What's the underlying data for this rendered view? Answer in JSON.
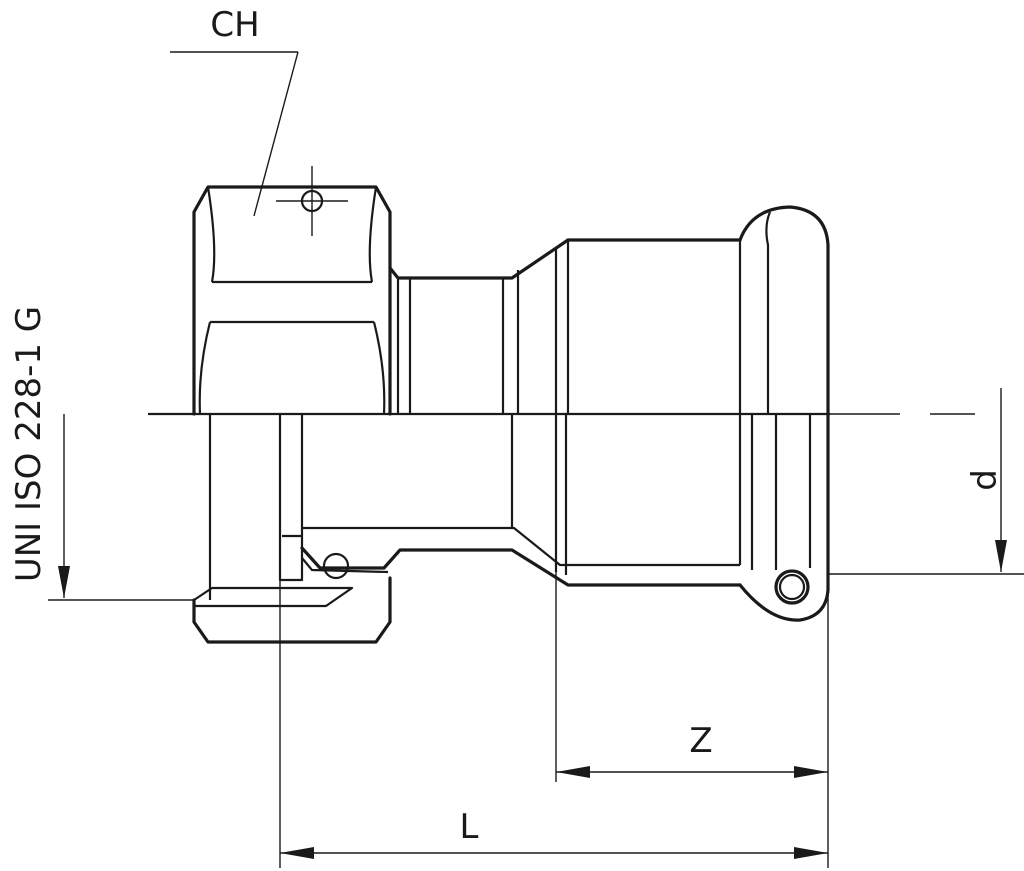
{
  "labels": {
    "ch": "CH",
    "standard": "UNI ISO 228-1  G",
    "d": "d",
    "z": "Z",
    "l": "L"
  },
  "colors": {
    "ink": "#1a1a1a",
    "background": "#ffffff"
  }
}
